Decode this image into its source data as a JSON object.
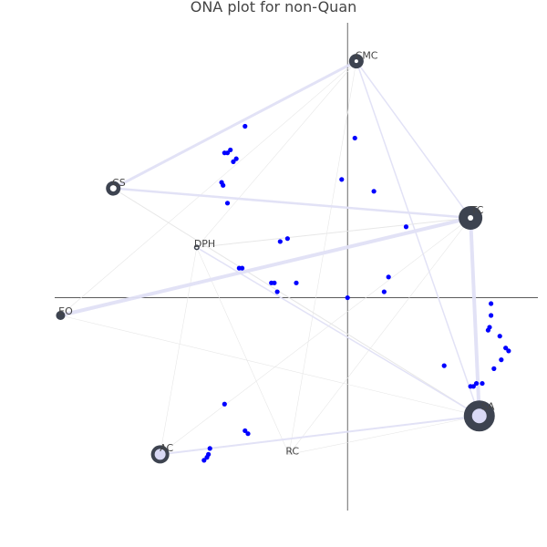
{
  "chart_data": {
    "type": "scatter",
    "title": "ONA plot for non-Quan",
    "xlabel": "",
    "ylabel": "",
    "xlim": [
      -1.0,
      0.65
    ],
    "ylim": [
      -0.72,
      0.93
    ],
    "grid": false,
    "axes_through_origin": true,
    "colors": {
      "point": "#0000ff",
      "node_fill": "#3d4350",
      "node_inner": "#d9d9f5",
      "edge_light": "#e6e6e6",
      "edge_strong": "#e0e0f5",
      "axis": "#444444"
    },
    "nodes": [
      {
        "id": "CMC",
        "label": "CMC",
        "x": 0.03,
        "y": 0.8,
        "size": 8,
        "inner": 2
      },
      {
        "id": "CS",
        "label": "CS",
        "x": -0.8,
        "y": 0.37,
        "size": 8,
        "inner": 3.5
      },
      {
        "id": "TC",
        "label": "TC",
        "x": 0.42,
        "y": 0.27,
        "size": 13,
        "inner": 3
      },
      {
        "id": "DPH",
        "label": "DPH",
        "x": -0.515,
        "y": 0.17,
        "size": 3,
        "inner": 1.5
      },
      {
        "id": "EO",
        "label": "EO",
        "x": -0.98,
        "y": -0.06,
        "size": 5,
        "inner": 0
      },
      {
        "id": "SA",
        "label": "SA",
        "x": 0.45,
        "y": -0.4,
        "size": 17,
        "inner": 8
      },
      {
        "id": "AC",
        "label": "AC",
        "x": -0.64,
        "y": -0.53,
        "size": 10,
        "inner": 6
      },
      {
        "id": "RC",
        "label": "RC",
        "x": -0.2,
        "y": -0.53,
        "size": 0,
        "inner": 0
      }
    ],
    "edges": [
      {
        "source": "CMC",
        "target": "CS",
        "weight": 3
      },
      {
        "source": "CMC",
        "target": "EO",
        "weight": 0.6
      },
      {
        "source": "CMC",
        "target": "DPH",
        "weight": 0.6
      },
      {
        "source": "CMC",
        "target": "TC",
        "weight": 1.5
      },
      {
        "source": "CMC",
        "target": "SA",
        "weight": 1.5
      },
      {
        "source": "CMC",
        "target": "RC",
        "weight": 0.6
      },
      {
        "source": "CS",
        "target": "TC",
        "weight": 2.5
      },
      {
        "source": "CS",
        "target": "SA",
        "weight": 1
      },
      {
        "source": "DPH",
        "target": "TC",
        "weight": 1
      },
      {
        "source": "DPH",
        "target": "SA",
        "weight": 1.5
      },
      {
        "source": "DPH",
        "target": "AC",
        "weight": 0.6
      },
      {
        "source": "DPH",
        "target": "RC",
        "weight": 0.6
      },
      {
        "source": "EO",
        "target": "TC",
        "weight": 4
      },
      {
        "source": "EO",
        "target": "SA",
        "weight": 0.6
      },
      {
        "source": "TC",
        "target": "SA",
        "weight": 4
      },
      {
        "source": "TC",
        "target": "AC",
        "weight": 0.6
      },
      {
        "source": "TC",
        "target": "RC",
        "weight": 0.6
      },
      {
        "source": "SA",
        "target": "AC",
        "weight": 2
      },
      {
        "source": "SA",
        "target": "RC",
        "weight": 0.6
      }
    ],
    "points": [
      {
        "x": -0.35,
        "y": 0.58
      },
      {
        "x": -0.4,
        "y": 0.5
      },
      {
        "x": -0.41,
        "y": 0.49
      },
      {
        "x": -0.42,
        "y": 0.49
      },
      {
        "x": -0.38,
        "y": 0.47
      },
      {
        "x": -0.39,
        "y": 0.46
      },
      {
        "x": -0.43,
        "y": 0.39
      },
      {
        "x": -0.425,
        "y": 0.38
      },
      {
        "x": -0.41,
        "y": 0.32
      },
      {
        "x": -0.23,
        "y": 0.19
      },
      {
        "x": -0.205,
        "y": 0.2
      },
      {
        "x": -0.37,
        "y": 0.1
      },
      {
        "x": -0.36,
        "y": 0.1
      },
      {
        "x": -0.26,
        "y": 0.05
      },
      {
        "x": -0.25,
        "y": 0.05
      },
      {
        "x": -0.175,
        "y": 0.05
      },
      {
        "x": -0.24,
        "y": 0.02
      },
      {
        "x": 0.025,
        "y": 0.54
      },
      {
        "x": -0.02,
        "y": 0.4
      },
      {
        "x": 0.09,
        "y": 0.36
      },
      {
        "x": 0.2,
        "y": 0.24
      },
      {
        "x": 0.14,
        "y": 0.07
      },
      {
        "x": 0.125,
        "y": 0.02
      },
      {
        "x": 0.0,
        "y": 0.0
      },
      {
        "x": 0.49,
        "y": -0.02
      },
      {
        "x": 0.49,
        "y": -0.06
      },
      {
        "x": 0.485,
        "y": -0.1
      },
      {
        "x": 0.48,
        "y": -0.11
      },
      {
        "x": 0.52,
        "y": -0.13
      },
      {
        "x": 0.54,
        "y": -0.17
      },
      {
        "x": 0.55,
        "y": -0.18
      },
      {
        "x": 0.525,
        "y": -0.21
      },
      {
        "x": 0.5,
        "y": -0.24
      },
      {
        "x": 0.33,
        "y": -0.23
      },
      {
        "x": 0.46,
        "y": -0.29
      },
      {
        "x": 0.42,
        "y": -0.3
      },
      {
        "x": 0.43,
        "y": -0.3
      },
      {
        "x": 0.44,
        "y": -0.29
      },
      {
        "x": -0.42,
        "y": -0.36
      },
      {
        "x": -0.35,
        "y": -0.45
      },
      {
        "x": -0.34,
        "y": -0.46
      },
      {
        "x": -0.47,
        "y": -0.51
      },
      {
        "x": -0.475,
        "y": -0.53
      },
      {
        "x": -0.48,
        "y": -0.54
      },
      {
        "x": -0.49,
        "y": -0.55
      }
    ]
  }
}
